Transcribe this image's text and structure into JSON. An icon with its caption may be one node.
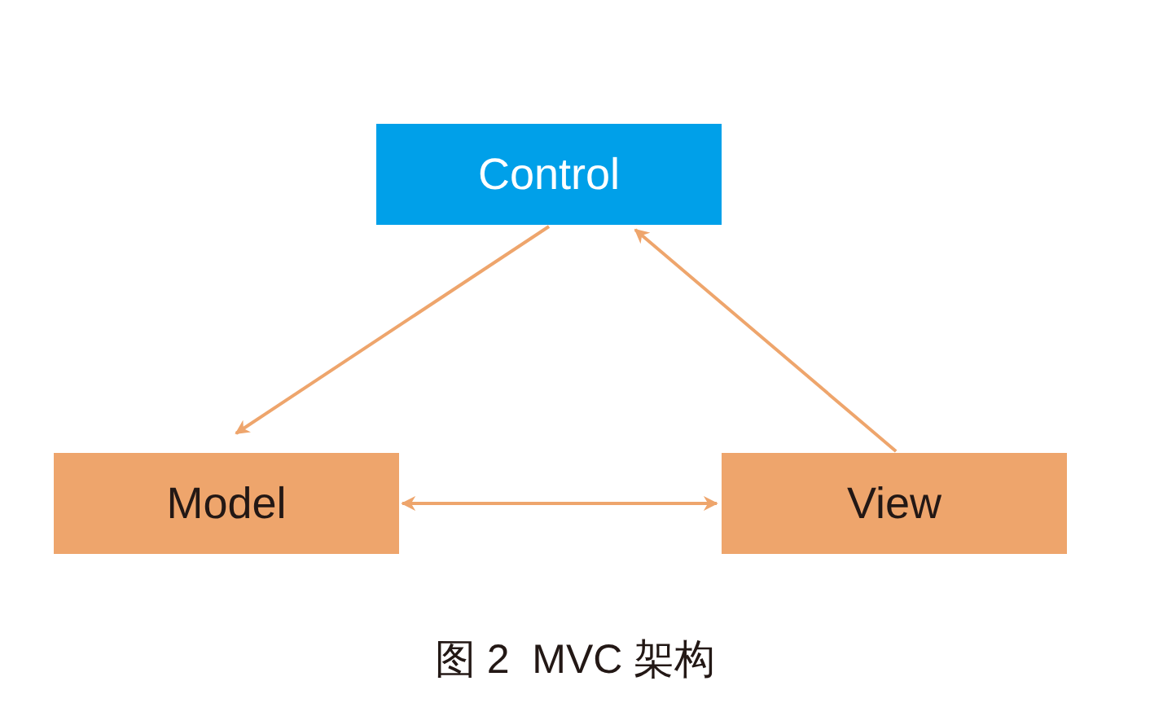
{
  "diagram": {
    "caption": "图 2  MVC 架构",
    "nodes": [
      {
        "text": [
          "Control"
        ]
      },
      {
        "text": [
          "Model"
        ]
      },
      {
        "text": [
          "View"
        ]
      }
    ],
    "edges": [
      {
        "from": 0,
        "to": 1,
        "arrow": "to"
      },
      {
        "from": 2,
        "to": 0,
        "arrow": "to"
      },
      {
        "from": 1,
        "to": 2,
        "arrow": "both"
      }
    ]
  }
}
